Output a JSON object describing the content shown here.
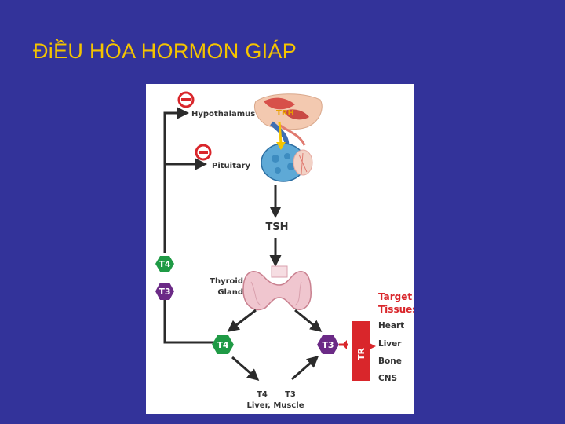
{
  "slide": {
    "title": "ĐiỀU HÒA HORMON GIÁP"
  },
  "diagram": {
    "hypothalamus_label": "Hypothalamus",
    "pituitary_label": "Pituitary",
    "trh_label": "TRH",
    "tsh_label": "TSH",
    "thyroid_label_line1": "Thyroid",
    "thyroid_label_line2": "Gland",
    "inhibit_symbol": "−",
    "t4_label": "T4",
    "t3_label": "T3",
    "liver_muscle_t4": "T4",
    "liver_muscle_t3": "T3",
    "liver_muscle_label": "Liver, Muscle",
    "target_tissues_line1": "Target",
    "target_tissues_line2": "Tissues",
    "tr_label": "TR",
    "tissues": [
      "Heart",
      "Liver",
      "Bone",
      "CNS"
    ],
    "colors": {
      "t4_hex": "#1f9a45",
      "t3_hex": "#6b2a86",
      "inhibit": "#d9262b",
      "target_bar": "#d9262b",
      "title": "#f5c400",
      "background": "#33339a"
    }
  }
}
